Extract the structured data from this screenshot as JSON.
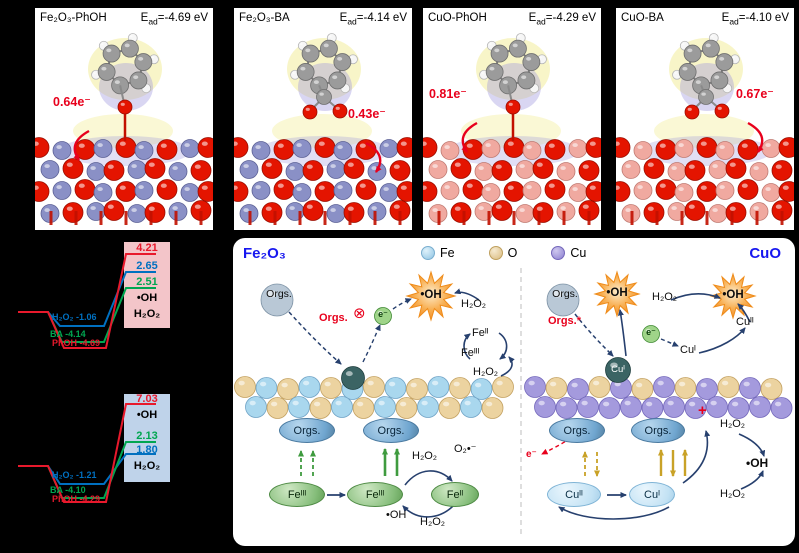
{
  "figure_colors": {
    "accent_red": "#e8001c",
    "title_blue": "#1717ef",
    "fe_sphere": "#a9d7ee",
    "o_sphere": "#ecd3a0",
    "cu_sphere": "#a49add"
  },
  "panels": [
    {
      "title": "Fe₂O₃-PhOH",
      "e_label": "E",
      "e_sub": "ad",
      "e_value": "=-4.69 eV",
      "charge": "0.64e⁻"
    },
    {
      "title": "Fe₂O₃-BA",
      "e_label": "E",
      "e_sub": "ad",
      "e_value": "=-4.14 eV",
      "charge": "0.43e⁻"
    },
    {
      "title": "CuO-PhOH",
      "e_label": "E",
      "e_sub": "ad",
      "e_value": "=-4.29 eV",
      "charge": "0.81e⁻"
    },
    {
      "title": "CuO-BA",
      "e_label": "E",
      "e_sub": "ad",
      "e_value": "=-4.10 eV",
      "charge": "0.67e⁻"
    }
  ],
  "diagrams": {
    "top": {
      "stack": [
        {
          "text": "4.21",
          "color": "#e8192c"
        },
        {
          "text": "2.65",
          "color": "#0070c0"
        },
        {
          "text": "2.51",
          "color": "#00a651"
        },
        {
          "text": "•OH",
          "color": "#000000"
        },
        {
          "text": "H₂O₂",
          "color": "#000000"
        }
      ],
      "wells": [
        {
          "text": "H₂O₂ -1.06",
          "color": "#0070c0"
        },
        {
          "text": "BA -4.14",
          "color": "#00a651"
        },
        {
          "text": "PhOH -4.69",
          "color": "#e8192c"
        }
      ],
      "box_color": "#f3c5c9"
    },
    "bottom": {
      "stack": [
        {
          "text": "7.03",
          "color": "#e8192c"
        },
        {
          "text": "•OH",
          "color": "#000000"
        },
        {
          "text": "2.13",
          "color": "#00a651"
        },
        {
          "text": "1.80",
          "color": "#0070c0"
        },
        {
          "text": "H₂O₂",
          "color": "#000000"
        }
      ],
      "wells": [
        {
          "text": "H₂O₂ -1.21",
          "color": "#0070c0"
        },
        {
          "text": "BA -4.10",
          "color": "#00a651"
        },
        {
          "text": "PhOH -4.29",
          "color": "#e8192c"
        }
      ],
      "box_color": "#bfd3ea"
    }
  },
  "mechanism": {
    "left_title": "Fe₂O₃",
    "right_title": "CuO",
    "legend": [
      {
        "label": "Fe",
        "color": "#a9d7ee"
      },
      {
        "label": "O",
        "color": "#ecd3a0"
      },
      {
        "label": "Cu",
        "color": "#a49add"
      }
    ],
    "labels": {
      "orgs": "Orgs.",
      "orgs_rad": "Orgs.*",
      "no_symbol": "⊗",
      "electron": "e⁻",
      "oh": "•OH",
      "h2o2": "H₂O₂",
      "fe2": "Feᴵᴵ",
      "fe3": "Feᴵᴵᴵ",
      "cu1": "Cuᴵ",
      "cu2": "Cuᴵᴵ",
      "o2rad": "O₂•⁻",
      "plus": "+"
    }
  }
}
